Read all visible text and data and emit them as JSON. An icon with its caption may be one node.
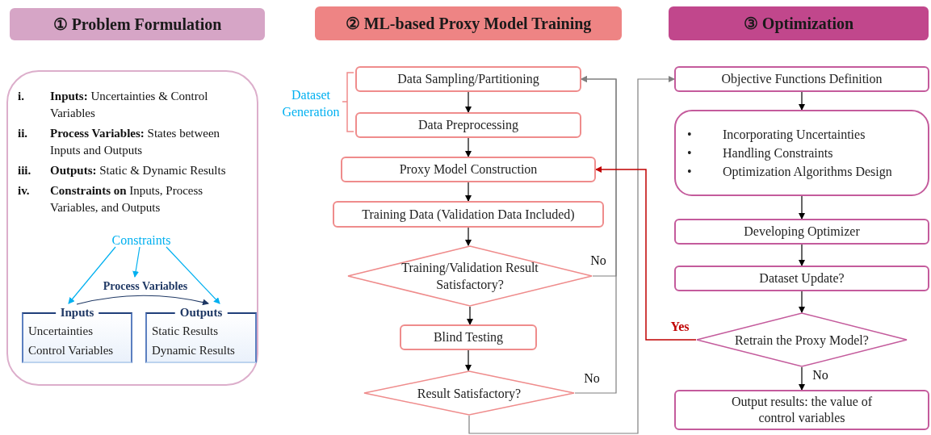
{
  "diagram": {
    "nodes": [
      {
        "text": [
          "① Problem Formulation"
        ]
      },
      {
        "text": [
          "② ML-based Proxy Model Training"
        ]
      },
      {
        "text": [
          "③ Optimization"
        ]
      },
      {
        "text": [
          "i.",
          "**Inputs:** Uncertainties & Control Variables",
          "ii.",
          "**Process Variables:** States between Inputs and Outputs",
          "iii.",
          "**Outputs:** Static & Dynamic Results",
          "iv.",
          "**Constraints on** Inputs, Process Variables, and Outputs"
        ]
      },
      {
        "text": [
          "Constraints"
        ],
        "in": 3
      },
      {
        "text": [
          "Process Variables"
        ],
        "in": 3
      },
      {
        "text": [
          "Inputs",
          "Uncertainties",
          "Control Variables"
        ],
        "in": 3
      },
      {
        "text": [
          "Outputs",
          "Static Results",
          "Dynamic Results"
        ],
        "in": 3
      },
      {
        "text": [
          "Data Sampling/Partitioning"
        ]
      },
      {
        "text": [
          "Data Preprocessing"
        ]
      },
      {
        "text": [
          "Proxy Model Construction"
        ]
      },
      {
        "text": [
          "Training Data (Validation Data Included)"
        ]
      },
      {
        "text": [
          "Training/Validation Result Satisfactory?"
        ]
      },
      {
        "text": [
          "Blind Testing"
        ]
      },
      {
        "text": [
          "Result Satisfactory?"
        ]
      },
      {
        "text": [
          "Objective Functions Definition"
        ]
      },
      {
        "text": [
          "•",
          "Incorporating Uncertainties",
          "•",
          "Handling Constraints",
          "•",
          "Optimization Algorithms Design"
        ]
      },
      {
        "text": [
          "Developing Optimizer"
        ]
      },
      {
        "text": [
          "Dataset Update?"
        ]
      },
      {
        "text": [
          "Retrain the Proxy Model?"
        ]
      },
      {
        "text": [
          "Output results: the value of control variables"
        ]
      }
    ],
    "edges": [
      {
        "from": 4,
        "to": 6,
        "arrow": "to",
        "color": "#00b0f0"
      },
      {
        "from": 4,
        "to": 5,
        "arrow": "to",
        "color": "#00b0f0"
      },
      {
        "from": 4,
        "to": 7,
        "arrow": "to",
        "color": "#00b0f0"
      },
      {
        "from": 6,
        "to": 7,
        "arrow": "to",
        "color": "#1f3864"
      },
      {
        "from": 8,
        "to": 9,
        "arrow": "to"
      },
      {
        "from": 9,
        "to": 10,
        "arrow": "to"
      },
      {
        "from": 10,
        "to": 11,
        "arrow": "to"
      },
      {
        "from": 11,
        "to": 12,
        "arrow": "to"
      },
      {
        "from": 12,
        "to": 13,
        "arrow": "to"
      },
      {
        "from": 13,
        "to": 14,
        "arrow": "to"
      },
      {
        "from": 12,
        "to": 8,
        "arrow": "to",
        "label": "No",
        "color": "#7f7f7f"
      },
      {
        "from": 14,
        "to": 8,
        "arrow": "to",
        "label": "No",
        "color": "#7f7f7f"
      },
      {
        "from": 14,
        "to": 15,
        "arrow": "to",
        "color": "#7f7f7f"
      },
      {
        "from": 15,
        "to": 16,
        "arrow": "to"
      },
      {
        "from": 16,
        "to": 17,
        "arrow": "to"
      },
      {
        "from": 17,
        "to": 18,
        "arrow": "to"
      },
      {
        "from": 18,
        "to": 19,
        "arrow": "to"
      },
      {
        "from": 19,
        "to": 10,
        "arrow": "to",
        "label": "Yes",
        "color": "#c00000"
      },
      {
        "from": 19,
        "to": 20,
        "arrow": "to",
        "label": "No"
      }
    ],
    "labels": [
      "Dataset Generation"
    ]
  }
}
